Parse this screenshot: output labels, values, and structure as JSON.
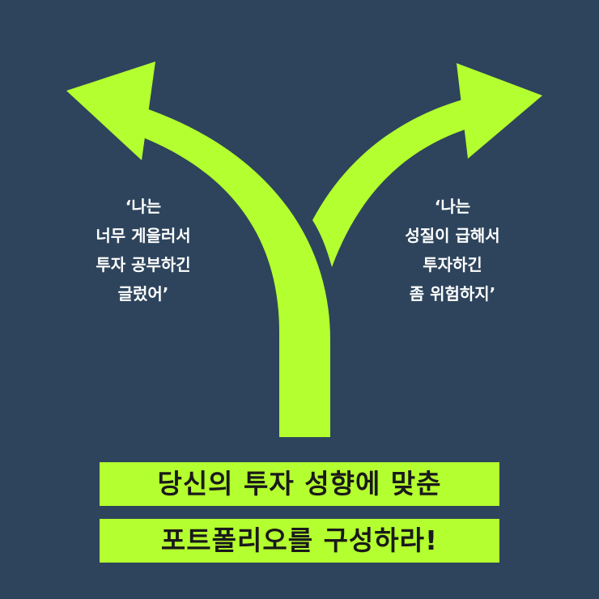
{
  "colors": {
    "background": "#2d445c",
    "accent": "#b4ff2f",
    "text_light": "#ffffff",
    "text_dark": "#1a1a1a"
  },
  "icons": {
    "arrow": "fork-arrow-icon"
  },
  "quotes": {
    "left": {
      "line1": "‘나는",
      "line2": "너무 게을러서",
      "line3": "투자 공부하긴",
      "line4": "글렀어’"
    },
    "right": {
      "line1": "‘나는",
      "line2": "성질이 급해서",
      "line3": "투자하긴",
      "line4": "좀 위험하지’"
    }
  },
  "headline": {
    "line1": "당신의 투자 성향에 맞춘",
    "line2": "포트폴리오를 구성하라!"
  }
}
